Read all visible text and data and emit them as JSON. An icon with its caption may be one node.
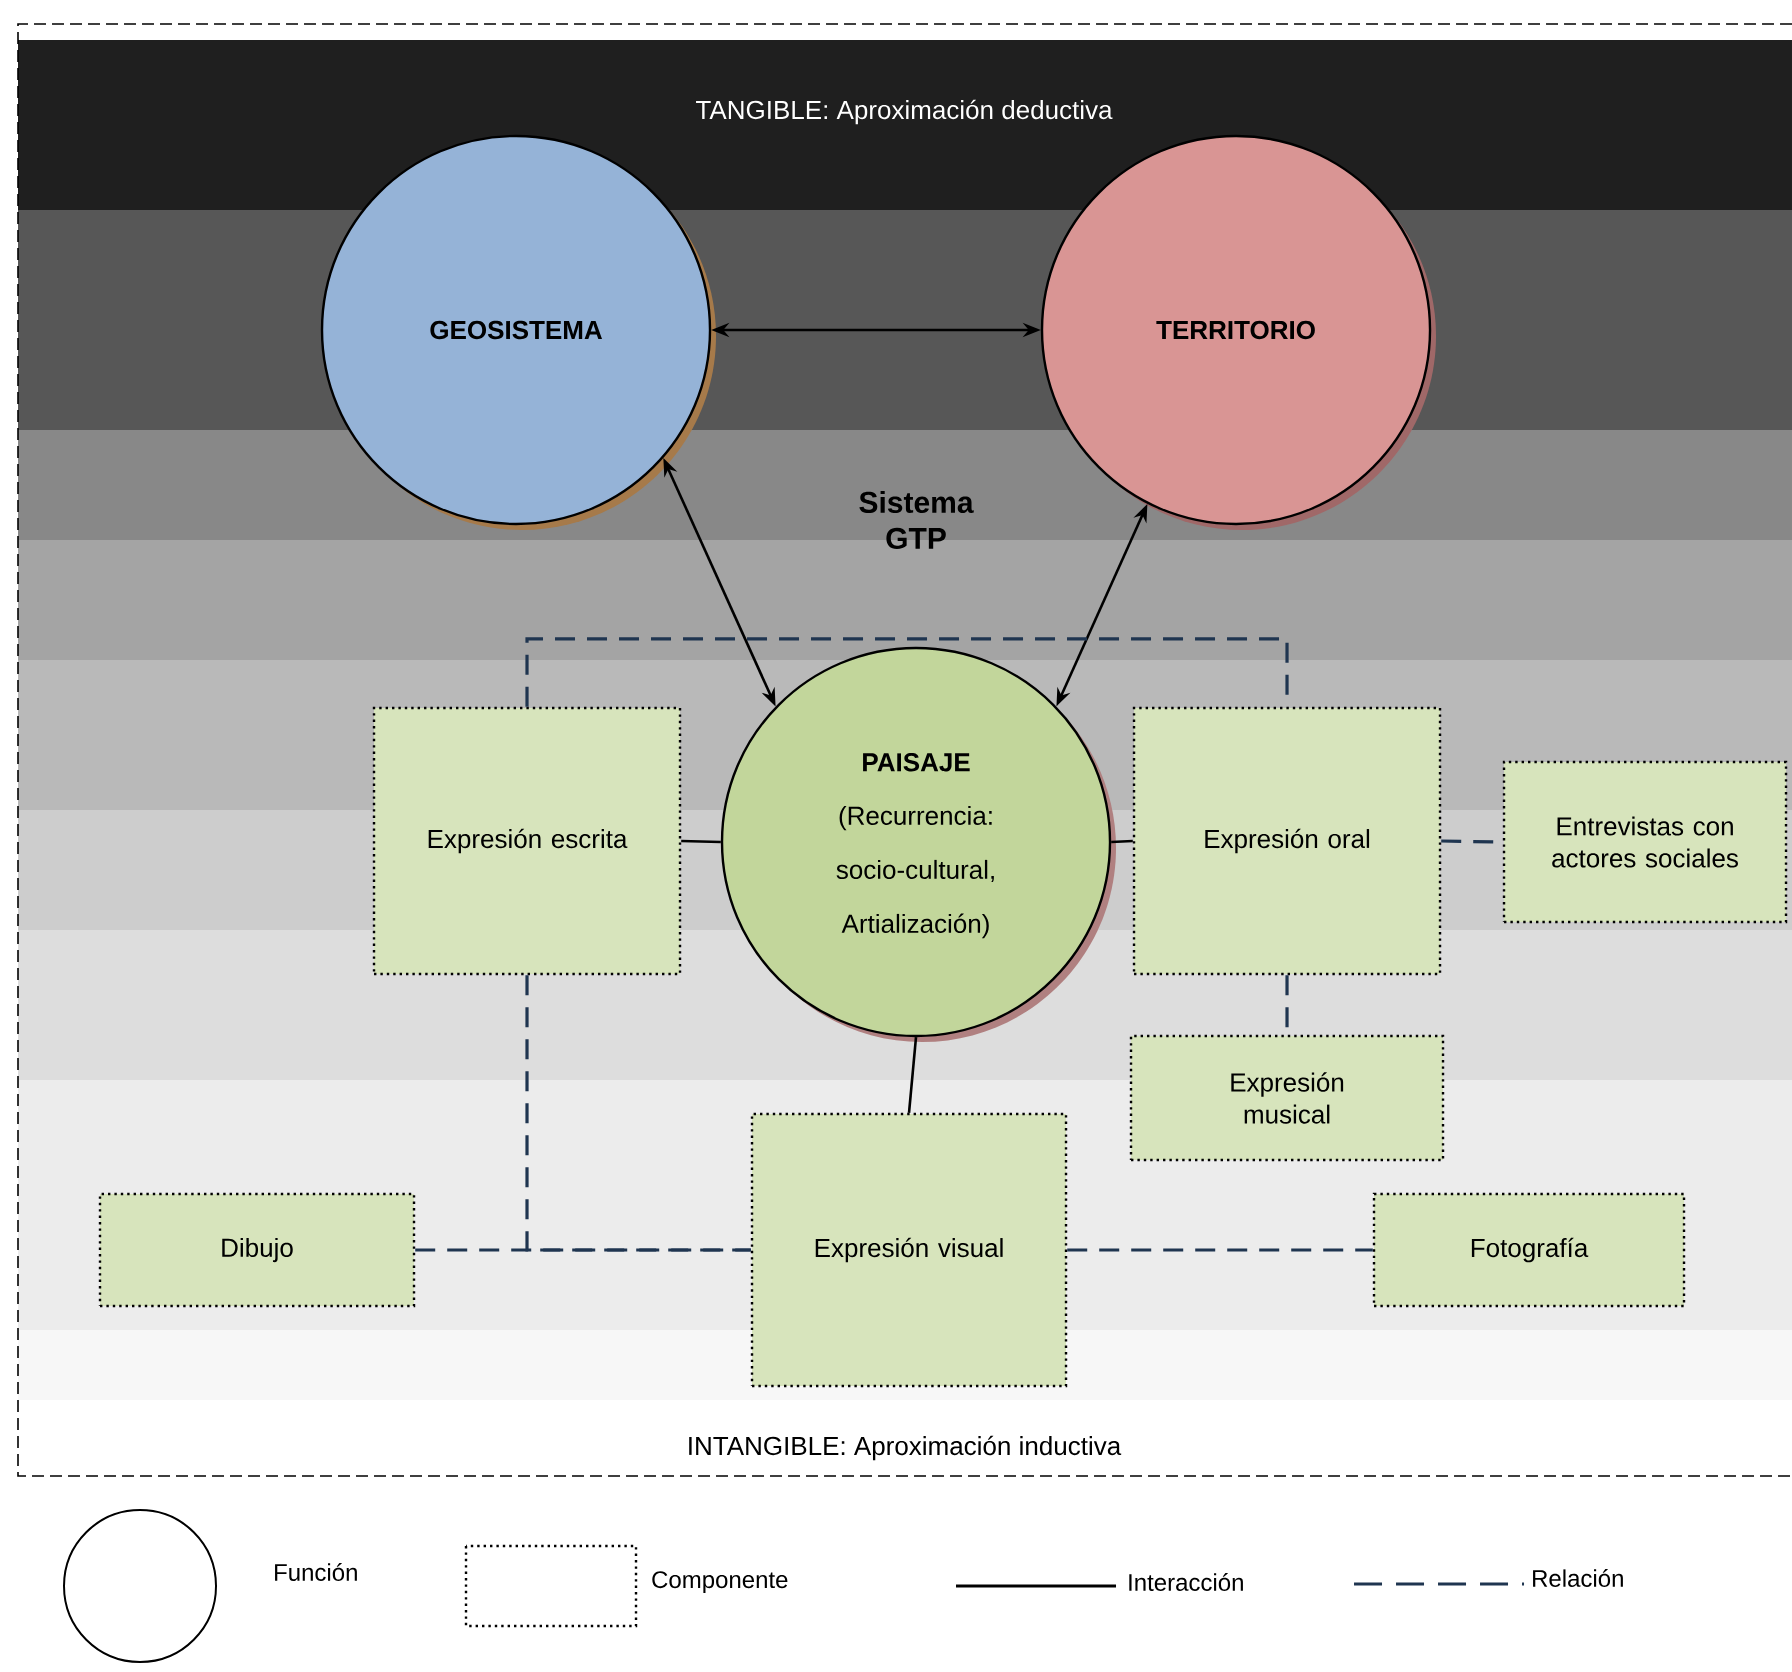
{
  "diagram": {
    "nodes": [
      {
        "text": [
          "GEOSISTEMA"
        ]
      },
      {
        "text": [
          "TERRITORIO"
        ]
      },
      {
        "text": [
          "PAISAJE",
          "(Recurrencia: socio-cultural, Artialización)"
        ]
      },
      {
        "text": [
          "Expresión escrita"
        ]
      },
      {
        "text": [
          "Expresión oral"
        ]
      },
      {
        "text": [
          "Entrevistas con actores sociales"
        ]
      },
      {
        "text": [
          "Expresión musical"
        ]
      },
      {
        "text": [
          "Dibujo"
        ]
      },
      {
        "text": [
          "Expresión visual"
        ]
      },
      {
        "text": [
          "Fotografía"
        ]
      }
    ],
    "edges": [
      {
        "from": 0,
        "to": 1,
        "arrow": "both"
      },
      {
        "from": 2,
        "to": 0,
        "arrow": "both"
      },
      {
        "from": 2,
        "to": 1,
        "arrow": "both"
      },
      {
        "from": 3,
        "to": 2,
        "arrow": "none"
      },
      {
        "from": 2,
        "to": 4,
        "arrow": "none"
      },
      {
        "from": 2,
        "to": 8,
        "arrow": "none"
      },
      {
        "from": 3,
        "to": 4,
        "arrow": "none",
        "style": "dashed",
        "color": "#1f3550"
      },
      {
        "from": 4,
        "to": 5,
        "arrow": "none",
        "style": "dashed",
        "color": "#1f3550"
      },
      {
        "from": 4,
        "to": 6,
        "arrow": "none",
        "style": "dashed",
        "color": "#1f3550"
      },
      {
        "from": 3,
        "to": 8,
        "arrow": "none",
        "style": "dashed",
        "color": "#1f3550"
      },
      {
        "from": 7,
        "to": 8,
        "arrow": "none",
        "style": "dashed",
        "color": "#1f3550"
      },
      {
        "from": 8,
        "to": 9,
        "arrow": "none",
        "style": "dashed",
        "color": "#1f3550"
      }
    ],
    "labels": [
      "TANGIBLE: Aproximación deductiva",
      "Sistema GTP",
      "INTANGIBLE: Aproximación inductiva"
    ],
    "legend": [
      {
        "text": "Función"
      },
      {
        "text": "Componente"
      },
      {
        "text": "Interacción"
      },
      {
        "text": "Relación"
      }
    ]
  }
}
